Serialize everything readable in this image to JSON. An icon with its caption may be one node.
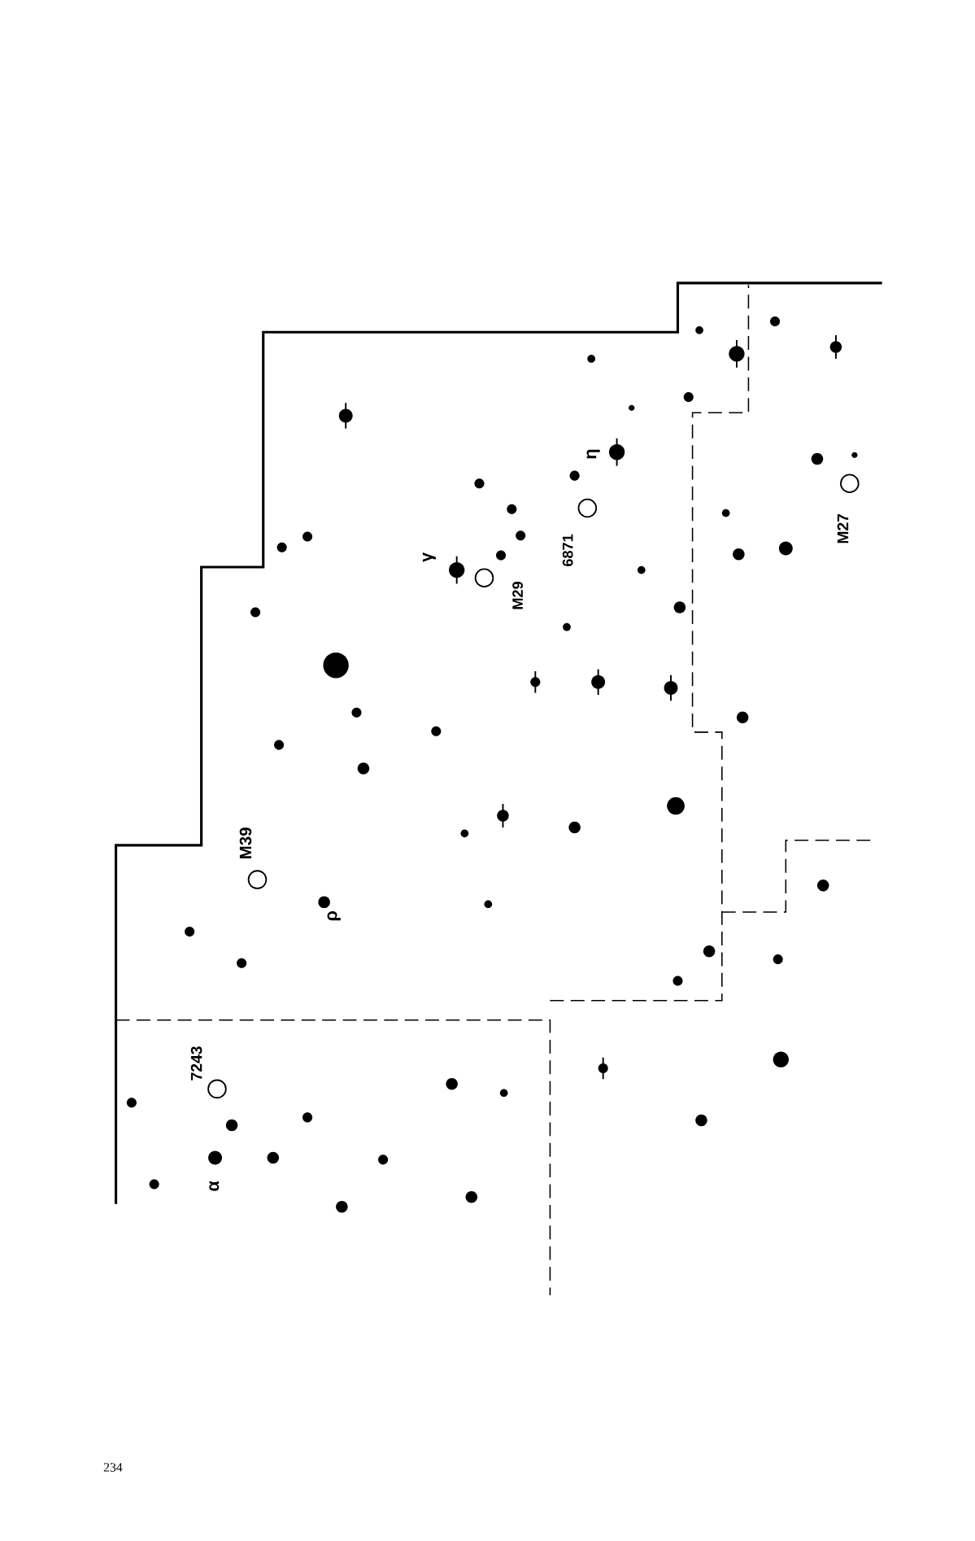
{
  "diagram": {
    "labels": [
      "η",
      "γ",
      "6871",
      "M29",
      "M27",
      "M39",
      "ρ",
      "7243",
      "α",
      "234"
    ]
  }
}
